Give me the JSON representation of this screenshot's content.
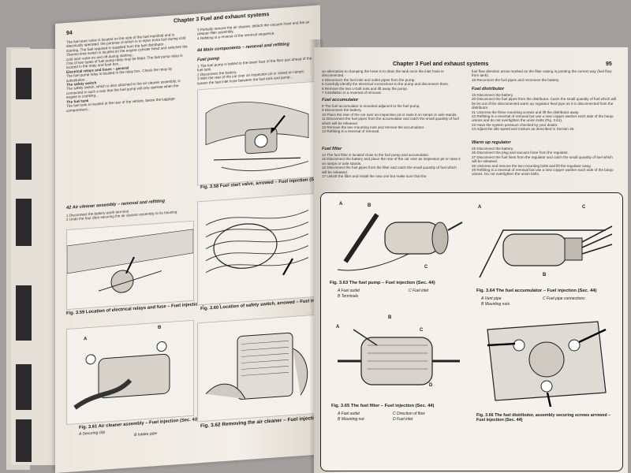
{
  "left_page": {
    "page_number": "94",
    "header": "Chapter 3  Fuel and exhaust systems",
    "col1_paragraphs": [
      "The fuel start valve is located on the side of the fuel manifold and is electrically operated, the purpose of which is to inject extra fuel during cold starting. The fuel required is supplied from the fuel distributor...",
      "Thermo time switch is located on the engine cylinder head and switches the cold start valve on and off during starting...",
      "One of two types of fuel pump relay may be fitted. The fuel pump relay is located in the relay and fuse box..."
    ],
    "col1_sec_heads": [
      "Electrical relays and fuses – general",
      "The safety switch",
      "The fuel tank"
    ],
    "col1_paragraphs_b": [
      "The fuel pump relay is located in the relay box. Check the relay by substitution...",
      "The safety switch, which is also attached to the air cleaner assembly, is connected in such a way that the fuel pump will only operate when the engine is cranking...",
      "The fuel tank is located at the rear of the vehicle, below the luggage compartment..."
    ],
    "section_42": "42  Air cleaner assembly – removal and refitting",
    "section_42_steps": [
      "1  Disconnect the battery earth terminal.",
      "2  Undo the four clips securing the air cleaner assembly to its housing."
    ],
    "col2_steps": [
      "3  Partially remove the air cleaner, detach the vacuum hose and the air cleaner filter assembly.",
      "4  Refitting is a reverse of the removal sequence."
    ],
    "section_44": "44  Main components – removal and refitting",
    "fuel_pump_head": "Fuel pump",
    "col2_fuel_pump_steps": [
      "1  The fuel pump is bolted to the lower face of the floor pan ahead of the fuel tank.",
      "2  Disconnect the battery.",
      "3  With the rear of the car over an inspection pit or raised on ramps, loosen the fuel inlet hose between the fuel tank and pump..."
    ],
    "figures": [
      {
        "caption": "Fig. 3.58 Fuel start valve, arrowed – Fuel injection (Sec. 44)"
      },
      {
        "caption": "Fig. 3.59 Location of electrical relays and fuse – Fuel injection (Sec. 42)"
      },
      {
        "caption": "Fig. 3.60 Location of safety switch, arrowed – Fuel injection (Sec. 42)"
      },
      {
        "caption": "Fig. 3.61 Air cleaner assembly – Fuel injection (Sec. 43)",
        "legend": [
          "A  Securing clip",
          "B  Intake pipe"
        ]
      },
      {
        "caption": "Fig. 3.62 Removing the air cleaner – Fuel injection (Sec. 43)"
      }
    ]
  },
  "right_page": {
    "page_number": "95",
    "header": "Chapter 3  Fuel and exhaust systems",
    "col1_intro": "an alternative to clamping the hose is to drain the tank once the inlet hose is disconnected.",
    "col1_steps": [
      "4  Disconnect the fuel inlet and outlet pipes from the pump.",
      "5  Carefully identify the electrical connections to the pump and disconnect them.",
      "6  Remove the two U-bolt nuts and lift away the pump.",
      "7  Installation is a reversal of removal."
    ],
    "fuel_accumulator_head": "Fuel accumulator",
    "fuel_accumulator_steps": [
      "8  The fuel accumulator is mounted adjacent to the fuel pump.",
      "9  Disconnect the battery.",
      "10  Place the rear of the car over an inspection pit or raise it on ramps or axle stands.",
      "11  Disconnect the fuel pipes from the accumulator and catch the small quantity of fuel which will be released.",
      "12  Remove the two mounting nuts and remove the accumulator.",
      "13  Refitting is a reversal of removal."
    ],
    "fuel_filter_head": "Fuel filter",
    "fuel_filter_steps": [
      "14  The fuel filter is located close to the fuel pump and accumulator.",
      "15  Disconnect the battery and place the rear of the car over an inspection pit or raise it on ramps or axle stands.",
      "16  Disconnect the fuel pipes from the filter and catch the small quantity of fuel which will be released.",
      "17  Unbolt the filter and install the new one but make sure that the"
    ],
    "col2_intro": "fuel flow direction arrow marked on the filter casing is pointing the correct way (fuel flow from tank).",
    "col2_steps_a": [
      "18  Reconnect the fuel pipes and reconnect the battery."
    ],
    "fuel_distributor_head": "Fuel distributor",
    "fuel_distributor_steps": [
      "19  Disconnect the battery.",
      "20  Disconnect the fuel pipes from the distributor. Catch the small quantity of fuel which will be let out of the disconnected warm up regulator feed pipe as it is disconnected from the distributor.",
      "21  Unscrew the three mounting screws and lift the distributor away.",
      "22  Refitting is a reversal of removal but use a new copper washer each side of the banjo unions and do not overtighten the union bolts (Fig. 3.61).",
      "23  Have the system pressure checked by your dealer.",
      "24  Adjust the idle speed and mixture as described in Section 46."
    ],
    "warm_up_head": "Warm up regulator",
    "warm_up_steps": [
      "25  Disconnect the battery.",
      "26  Disconnect the plug and vacuum hose from the regulator.",
      "27  Disconnect the fuel lines from the regulator and catch the small quantity of fuel which will be released.",
      "28  Unscrew and remove the two mounting bolts and lift the regulator away.",
      "29  Refitting is a reversal of removal but use a new copper washer each side of the banjo unions. Do not overtighten the union bolts."
    ],
    "figures": [
      {
        "caption": "Fig. 3.63 The fuel pump – Fuel injection (Sec. 44)",
        "legend": [
          "A  Fuel outlet",
          "B  Terminals",
          "C  Fuel inlet"
        ]
      },
      {
        "caption": "Fig. 3.64 The fuel accumulator – Fuel injection (Sec. 44)",
        "legend": [
          "A  Vent pipe",
          "B  Mounting nuts",
          "C  Fuel pipe connections"
        ]
      },
      {
        "caption": "Fig. 3.65 The fuel filter – Fuel injection (Sec. 44)",
        "legend": [
          "A  Fuel outlet",
          "B  Mounting nut",
          "C  Direction of flow",
          "D  Fuel inlet"
        ]
      },
      {
        "caption": "Fig. 3.66 The fuel distributor, assembly securing screws arrowed – Fuel injection (Sec. 44)"
      }
    ],
    "figure_letters": [
      "A",
      "B",
      "C",
      "D"
    ]
  },
  "colors": {
    "paper": "#efece5",
    "ink": "#1a1a1a",
    "table": "#a2a09d"
  }
}
